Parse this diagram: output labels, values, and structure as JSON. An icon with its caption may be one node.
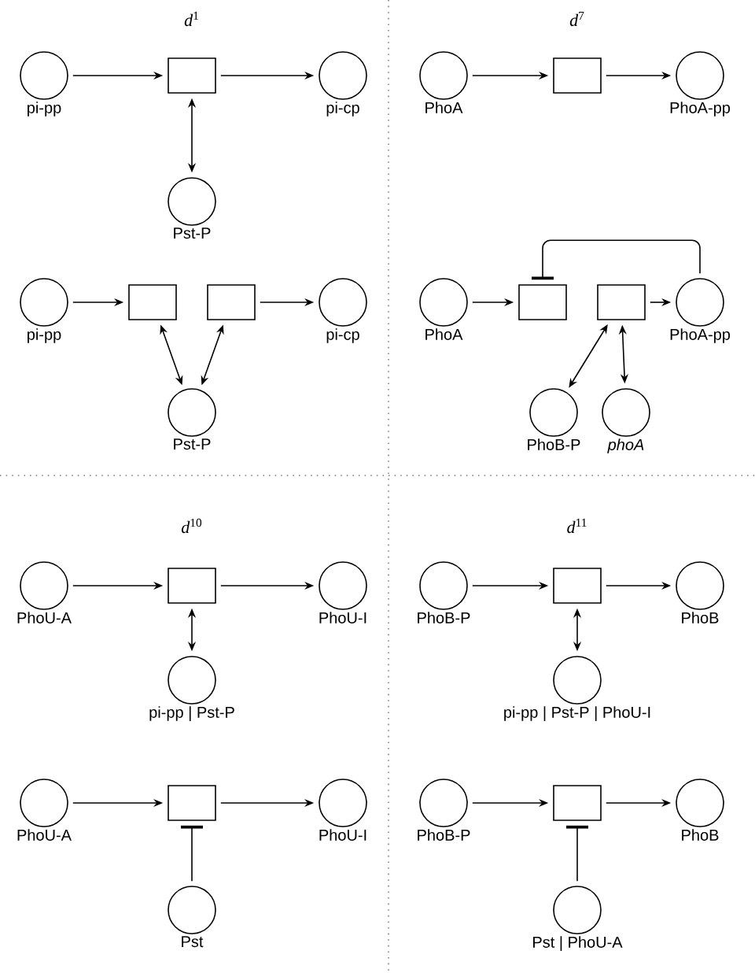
{
  "diagram": {
    "nodes": [
      {
        "text": [
          "pi-pp"
        ]
      },
      {
        "text": [],
        "shape": "box"
      },
      {
        "text": [
          "pi-cp"
        ]
      },
      {
        "text": [
          "Pst-P"
        ]
      },
      {
        "text": [
          "pi-pp"
        ]
      },
      {
        "text": [],
        "shape": "box"
      },
      {
        "text": [],
        "shape": "box"
      },
      {
        "text": [
          "pi-cp"
        ]
      },
      {
        "text": [
          "Pst-P"
        ]
      },
      {
        "text": [
          "PhoA"
        ]
      },
      {
        "text": [],
        "shape": "box"
      },
      {
        "text": [
          "PhoA-pp"
        ]
      },
      {
        "text": [
          "PhoA"
        ]
      },
      {
        "text": [],
        "shape": "box"
      },
      {
        "text": [],
        "shape": "box"
      },
      {
        "text": [
          "PhoA-pp"
        ]
      },
      {
        "text": [
          "PhoB-P"
        ]
      },
      {
        "text": [
          "*phoA*"
        ]
      },
      {
        "text": [
          "PhoU-A"
        ]
      },
      {
        "text": [],
        "shape": "box"
      },
      {
        "text": [
          "PhoU-I"
        ]
      },
      {
        "text": [
          "pi-pp | Pst-P"
        ]
      },
      {
        "text": [
          "PhoU-A"
        ]
      },
      {
        "text": [],
        "shape": "box"
      },
      {
        "text": [
          "PhoU-I"
        ]
      },
      {
        "text": [
          "Pst"
        ]
      },
      {
        "text": [
          "PhoB-P"
        ]
      },
      {
        "text": [],
        "shape": "box"
      },
      {
        "text": [
          "PhoB"
        ]
      },
      {
        "text": [
          "pi-pp | Pst-P | PhoU-I"
        ]
      },
      {
        "text": [
          "PhoB-P"
        ]
      },
      {
        "text": [],
        "shape": "box"
      },
      {
        "text": [
          "PhoB"
        ]
      },
      {
        "text": [
          "Pst | PhoU-A"
        ]
      }
    ],
    "edges": [
      {
        "from": 0,
        "to": 1,
        "arrow": "to"
      },
      {
        "from": 1,
        "to": 2,
        "arrow": "to"
      },
      {
        "from": 1,
        "to": 3,
        "arrow": "both"
      },
      {
        "from": 4,
        "to": 5,
        "arrow": "to"
      },
      {
        "from": 6,
        "to": 7,
        "arrow": "to"
      },
      {
        "from": 5,
        "to": 8,
        "arrow": "both"
      },
      {
        "from": 6,
        "to": 8,
        "arrow": "both"
      },
      {
        "from": 9,
        "to": 10,
        "arrow": "to"
      },
      {
        "from": 10,
        "to": 11,
        "arrow": "to"
      },
      {
        "from": 12,
        "to": 13,
        "arrow": "to"
      },
      {
        "from": 14,
        "to": 15,
        "arrow": "to"
      },
      {
        "from": 14,
        "to": 16,
        "arrow": "both"
      },
      {
        "from": 14,
        "to": 17,
        "arrow": "both"
      },
      {
        "from": 15,
        "to": 13,
        "arrow": "other"
      },
      {
        "from": 18,
        "to": 19,
        "arrow": "to"
      },
      {
        "from": 19,
        "to": 20,
        "arrow": "to"
      },
      {
        "from": 19,
        "to": 21,
        "arrow": "both"
      },
      {
        "from": 22,
        "to": 23,
        "arrow": "to"
      },
      {
        "from": 23,
        "to": 24,
        "arrow": "to"
      },
      {
        "from": 25,
        "to": 23,
        "arrow": "other"
      },
      {
        "from": 26,
        "to": 27,
        "arrow": "to"
      },
      {
        "from": 27,
        "to": 28,
        "arrow": "to"
      },
      {
        "from": 27,
        "to": 29,
        "arrow": "both"
      },
      {
        "from": 30,
        "to": 31,
        "arrow": "to"
      },
      {
        "from": 31,
        "to": 32,
        "arrow": "to"
      },
      {
        "from": 33,
        "to": 31,
        "arrow": "other"
      }
    ],
    "labels": [
      "*d*$^{1}$",
      "*d*$^{7}$",
      "*d*$^{10}$",
      "*d*$^{11}$"
    ]
  }
}
